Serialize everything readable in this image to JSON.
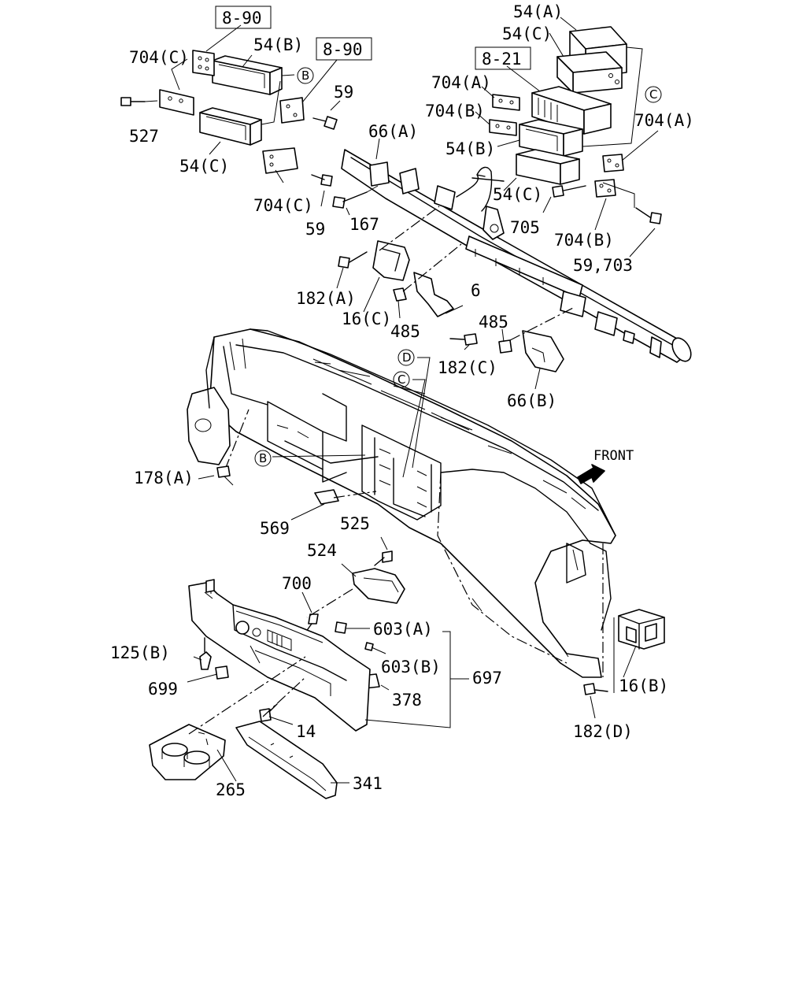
{
  "diagram": {
    "ref_boxes": [
      "8-90",
      "8-90",
      "8-21"
    ],
    "labels": {
      "p54a": "54(A)",
      "p54c_top": "54(C)",
      "p54b_left": "54(B)",
      "p704c_top": "704(C)",
      "p527": "527",
      "p54c_left": "54(C)",
      "p704c_bot": "704(C)",
      "p59_top": "59",
      "p59_bot": "59",
      "p167": "167",
      "p66a": "66(A)",
      "p704a_left": "704(A)",
      "p704b_left": "704(B)",
      "p54b_right": "54(B)",
      "p704a_right": "704(A)",
      "p54c_right": "54(C)",
      "p705": "705",
      "p704b_right": "704(B)",
      "p59_703": "59,703",
      "p182a": "182(A)",
      "p16c": "16(C)",
      "p485_left": "485",
      "p6": "6",
      "p485_right": "485",
      "p182c": "182(C)",
      "p66b": "66(B)",
      "p178a": "178(A)",
      "p569": "569",
      "p525": "525",
      "p524": "524",
      "p700": "700",
      "p603a": "603(A)",
      "p603b": "603(B)",
      "p697": "697",
      "p125b": "125(B)",
      "p699": "699",
      "p378": "378",
      "p14": "14",
      "p265": "265",
      "p341": "341",
      "p16b": "16(B)",
      "p182d": "182(D)"
    },
    "circle_refs": {
      "b_top": "B",
      "c_right": "C",
      "d_mid": "D",
      "c_mid": "C",
      "b_mid": "B"
    },
    "front_label": "FRONT"
  }
}
